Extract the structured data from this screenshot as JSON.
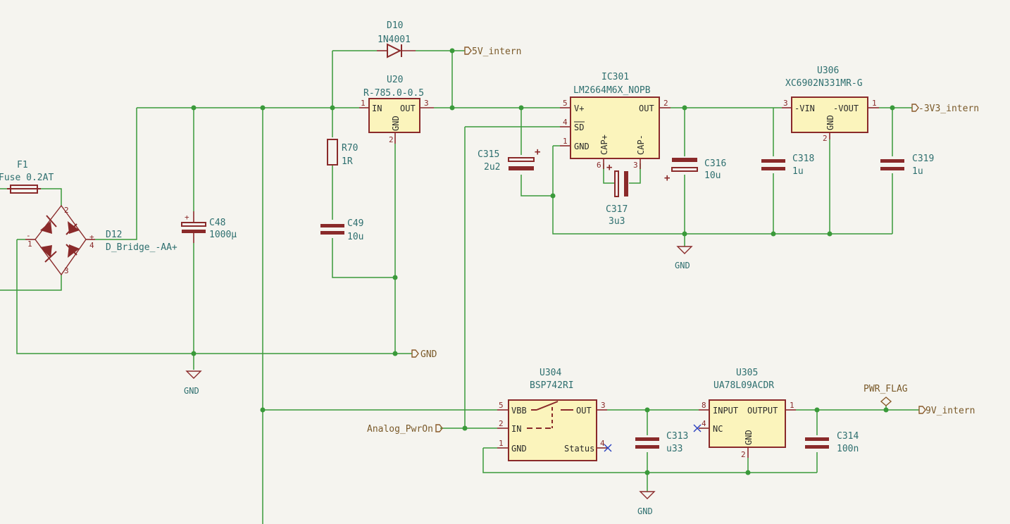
{
  "parts": {
    "d10": {
      "ref": "D10",
      "value": "1N4001"
    },
    "u20": {
      "ref": "U20",
      "value": "R-785.0-0.5",
      "pins": {
        "in": "IN",
        "out": "OUT",
        "gnd": "GND"
      },
      "pinnums": {
        "in": "1",
        "out": "3",
        "gnd": "2"
      }
    },
    "ic301": {
      "ref": "IC301",
      "value": "LM2664M6X_NOPB",
      "pins": {
        "vplus": "V+",
        "sd": "SD",
        "gnd": "GND",
        "out": "OUT",
        "capp": "CAP+",
        "capm": "CAP-"
      },
      "pinnums": {
        "vplus": "5",
        "sd": "4",
        "gnd": "1",
        "out": "2",
        "capp": "6",
        "capm": "3"
      }
    },
    "u306": {
      "ref": "U306",
      "value": "XC6902N331MR-G",
      "pins": {
        "vin": "-VIN",
        "vout": "-VOUT",
        "gnd": "GND"
      },
      "pinnums": {
        "vin": "3",
        "vout": "1",
        "gnd": "2"
      }
    },
    "f1": {
      "ref": "F1",
      "value": "Fuse 0.2AT"
    },
    "d12": {
      "ref": "D12",
      "value": "D_Bridge_-AA+",
      "pinnums": {
        "p1": "1",
        "p2": "2",
        "p3": "3",
        "p4": "4"
      },
      "minus": "-",
      "plus": "+"
    },
    "c48": {
      "ref": "C48",
      "value": "1000µ"
    },
    "r70": {
      "ref": "R70",
      "value": "1R"
    },
    "c49": {
      "ref": "C49",
      "value": "10u"
    },
    "c315": {
      "ref": "C315",
      "value": "2u2"
    },
    "c316": {
      "ref": "C316",
      "value": "10u"
    },
    "c317": {
      "ref": "C317",
      "value": "3u3"
    },
    "c318": {
      "ref": "C318",
      "value": "1u"
    },
    "c319": {
      "ref": "C319",
      "value": "1u"
    },
    "u304": {
      "ref": "U304",
      "value": "BSP742RI",
      "pins": {
        "vbb": "VBB",
        "out": "OUT",
        "in": "IN",
        "gnd": "GND",
        "status": "Status"
      },
      "pinnums": {
        "vbb": "5",
        "out": "3",
        "in": "2",
        "gnd": "1",
        "status": "4"
      }
    },
    "c313": {
      "ref": "C313",
      "value": "u33"
    },
    "u305": {
      "ref": "U305",
      "value": "UA78L09ACDR",
      "pins": {
        "input": "INPUT",
        "output": "OUTPUT",
        "nc": "NC",
        "gnd": "GND"
      },
      "pinnums": {
        "input": "8",
        "output": "1",
        "nc": "4",
        "gnd": "2"
      }
    },
    "c314": {
      "ref": "C314",
      "value": "100n"
    }
  },
  "labels": {
    "v5_intern": "5V_intern",
    "v3v3_intern": "-3V3_intern",
    "gnd_label": "GND",
    "analog_pwron": "Analog_PwrOn",
    "v9_intern": "9V_intern",
    "pwr_flag": "PWR_FLAG"
  },
  "gnd_symbols": {
    "g1": "GND",
    "g2": "GND",
    "g3": "GND"
  },
  "polarity": {
    "plus": "+"
  },
  "colors": {
    "wire": "#3a9a3a",
    "body": "#8a2a2a",
    "fill": "#fbf4bc",
    "ref": "#2e6f6f",
    "label": "#7a5a2a",
    "nc": "#2a40c0"
  }
}
